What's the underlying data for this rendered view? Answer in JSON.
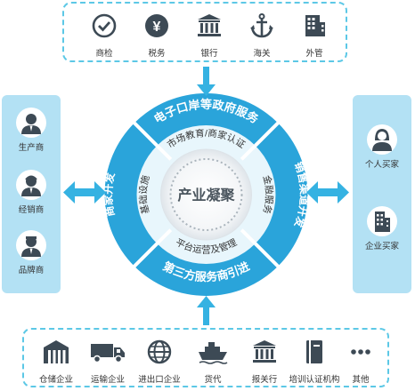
{
  "top": {
    "items": [
      {
        "label": "商检",
        "icon": "check-circle-icon"
      },
      {
        "label": "税务",
        "icon": "yen-icon"
      },
      {
        "label": "银行",
        "icon": "bank-icon"
      },
      {
        "label": "海关",
        "icon": "anchor-icon"
      },
      {
        "label": "外管",
        "icon": "office-building-icon"
      }
    ]
  },
  "left": {
    "items": [
      {
        "label": "生产商",
        "icon": "businessman-icon"
      },
      {
        "label": "经销商",
        "icon": "dealer-icon"
      },
      {
        "label": "品牌商",
        "icon": "brand-owner-icon"
      }
    ]
  },
  "right": {
    "items": [
      {
        "label": "个人买家",
        "icon": "woman-buyer-icon"
      },
      {
        "label": "企业买家",
        "icon": "enterprise-building-icon"
      }
    ]
  },
  "bottom": {
    "items": [
      {
        "label": "仓储企业",
        "icon": "warehouse-icon"
      },
      {
        "label": "运输企业",
        "icon": "truck-icon"
      },
      {
        "label": "进出口企业",
        "icon": "globe-icon"
      },
      {
        "label": "货代",
        "icon": "cargo-ship-icon"
      },
      {
        "label": "报关行",
        "icon": "customs-building-icon"
      },
      {
        "label": "培训认证机构",
        "icon": "book-icon"
      },
      {
        "label": "其他",
        "icon": "more-dots-icon"
      }
    ]
  },
  "center": {
    "core": "产业凝聚",
    "outer_ring": {
      "top": "电子口岸等政府服务",
      "right": "销售渠道开发",
      "bottom": "第三方服务商引进",
      "left": "商家开发"
    },
    "inner_ring": {
      "top": "市场教育/商家认证",
      "right": "金融服务",
      "bottom": "平台运营及管理",
      "left": "基础设施"
    }
  },
  "colors": {
    "primary": "#1a9fd8",
    "outer_band": "#2aa4da",
    "inner_band": "#e8f6fc",
    "panel": "#b3e1f4",
    "dashed_border": "#5cc8e6",
    "arrow": "#35b2e2",
    "icon_dark": "#3d4a55"
  }
}
